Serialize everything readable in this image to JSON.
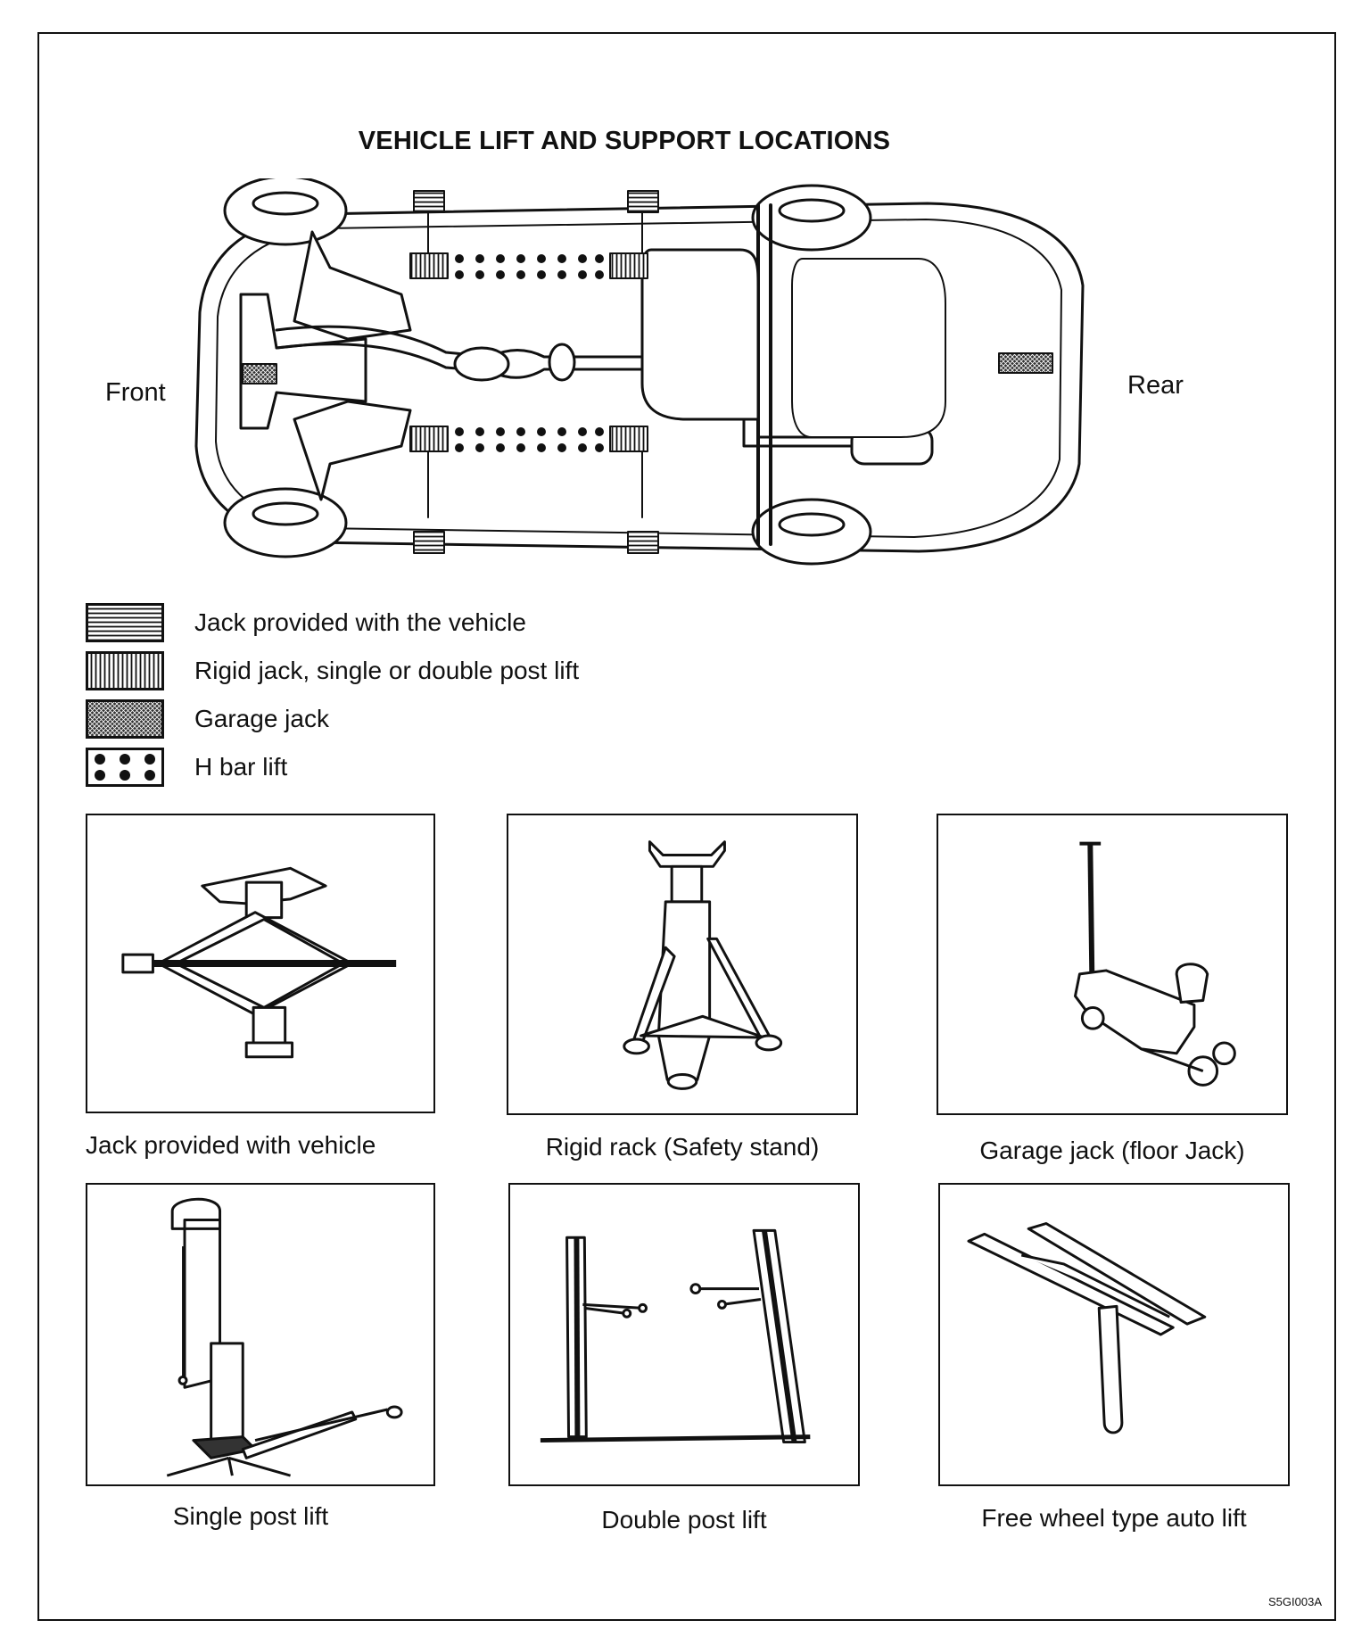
{
  "title": "VEHICLE LIFT AND SUPPORT LOCATIONS",
  "diagram": {
    "front_label": "Front",
    "rear_label": "Rear"
  },
  "legend": [
    {
      "label": "Jack provided with the vehicle",
      "pattern": "horizontal-lines"
    },
    {
      "label": "Rigid jack, single or double post lift",
      "pattern": "vertical-lines"
    },
    {
      "label": "Garage jack",
      "pattern": "crosshatch"
    },
    {
      "label": "H bar lift",
      "pattern": "dots"
    }
  ],
  "equipment": [
    {
      "caption": "Jack provided with vehicle",
      "icon": "scissor-jack-icon"
    },
    {
      "caption": "Rigid rack (Safety stand)",
      "icon": "safety-stand-icon"
    },
    {
      "caption": "Garage jack (floor Jack)",
      "icon": "floor-jack-icon"
    },
    {
      "caption": "Single post lift",
      "icon": "single-post-lift-icon"
    },
    {
      "caption": "Double post lift",
      "icon": "double-post-lift-icon"
    },
    {
      "caption": "Free wheel type auto lift",
      "icon": "free-wheel-lift-icon"
    }
  ],
  "figure_code": "S5GI003A",
  "colors": {
    "ink": "#111111",
    "paper": "#ffffff"
  }
}
